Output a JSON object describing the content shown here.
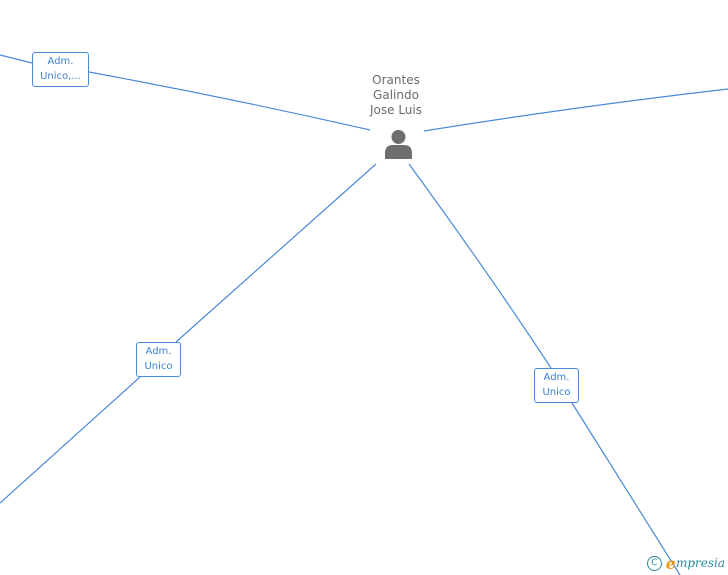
{
  "person": {
    "name_lines": [
      "Orantes",
      "Galindo",
      "Jose Luis"
    ],
    "icon": "person-icon"
  },
  "edges": [
    {
      "label_lines": [
        "Adm.",
        "Unico,..."
      ]
    },
    {
      "label_lines": [
        "Adm.",
        "Unico"
      ]
    },
    {
      "label_lines": [
        "Adm.",
        "Unico"
      ]
    }
  ],
  "watermark": {
    "copyright_symbol": "C",
    "brand_initial": "e",
    "brand_rest": "mpresia"
  },
  "colors": {
    "edge_line": "#4a8ad8",
    "label_text": "#3d7fd0",
    "person_text": "#6b6b6b",
    "person_icon": "#6f6f6f",
    "brand_teal": "#2a8a9a",
    "brand_orange": "#f29a1f"
  }
}
